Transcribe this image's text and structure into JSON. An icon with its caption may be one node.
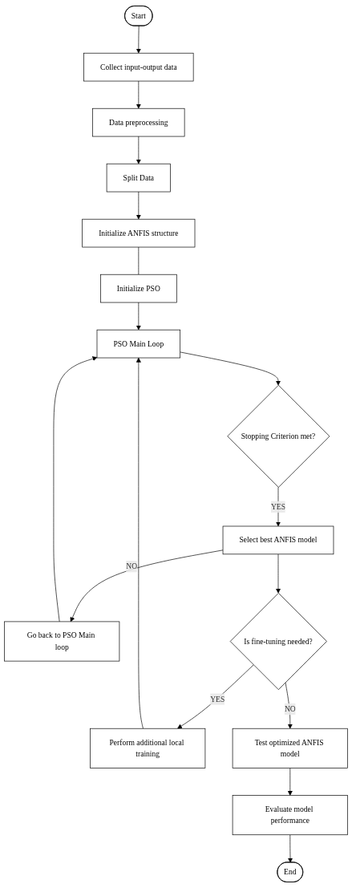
{
  "diagram": {
    "nodes": [
      {
        "text": [
          "Start"
        ]
      },
      {
        "text": [
          "Collect input-output data"
        ]
      },
      {
        "text": [
          "Data preprocessing"
        ]
      },
      {
        "text": [
          "Split Data"
        ]
      },
      {
        "text": [
          "Initialize ANFIS structure"
        ]
      },
      {
        "text": [
          "Initialize PSO"
        ]
      },
      {
        "text": [
          "PSO Main Loop"
        ]
      },
      {
        "text": [
          "Stopping Criterion met?"
        ]
      },
      {
        "text": [
          "Go back to PSO Main loop"
        ]
      },
      {
        "text": [
          "Select best ANFIS model"
        ]
      },
      {
        "text": [
          "Is fine-tuning needed?"
        ]
      },
      {
        "text": [
          "Perform additional local training"
        ]
      },
      {
        "text": [
          "Test optimized ANFIS model"
        ]
      },
      {
        "text": [
          "Evaluate model performance"
        ]
      },
      {
        "text": [
          "End"
        ]
      }
    ],
    "edges": [
      {
        "from": 0,
        "to": 1,
        "arrow": "to"
      },
      {
        "from": 1,
        "to": 2,
        "arrow": "to"
      },
      {
        "from": 2,
        "to": 3,
        "arrow": "to"
      },
      {
        "from": 3,
        "to": 4,
        "arrow": "to"
      },
      {
        "from": 4,
        "to": 5,
        "arrow": "none"
      },
      {
        "from": 5,
        "to": 6,
        "arrow": "to"
      },
      {
        "from": 6,
        "to": 7,
        "arrow": "to"
      },
      {
        "from": 7,
        "to": 9,
        "label": "YES",
        "arrow": "to"
      },
      {
        "from": 9,
        "to": 8,
        "label": "NO",
        "arrow": "to"
      },
      {
        "from": 8,
        "to": 6,
        "arrow": "to"
      },
      {
        "from": 9,
        "to": 10,
        "arrow": "to"
      },
      {
        "from": 10,
        "to": 11,
        "label": "YES",
        "arrow": "to"
      },
      {
        "from": 11,
        "to": 6,
        "arrow": "to"
      },
      {
        "from": 10,
        "to": 12,
        "label": "NO",
        "arrow": "to"
      },
      {
        "from": 12,
        "to": 13,
        "arrow": "to"
      },
      {
        "from": 13,
        "to": 14,
        "arrow": "to"
      }
    ]
  }
}
